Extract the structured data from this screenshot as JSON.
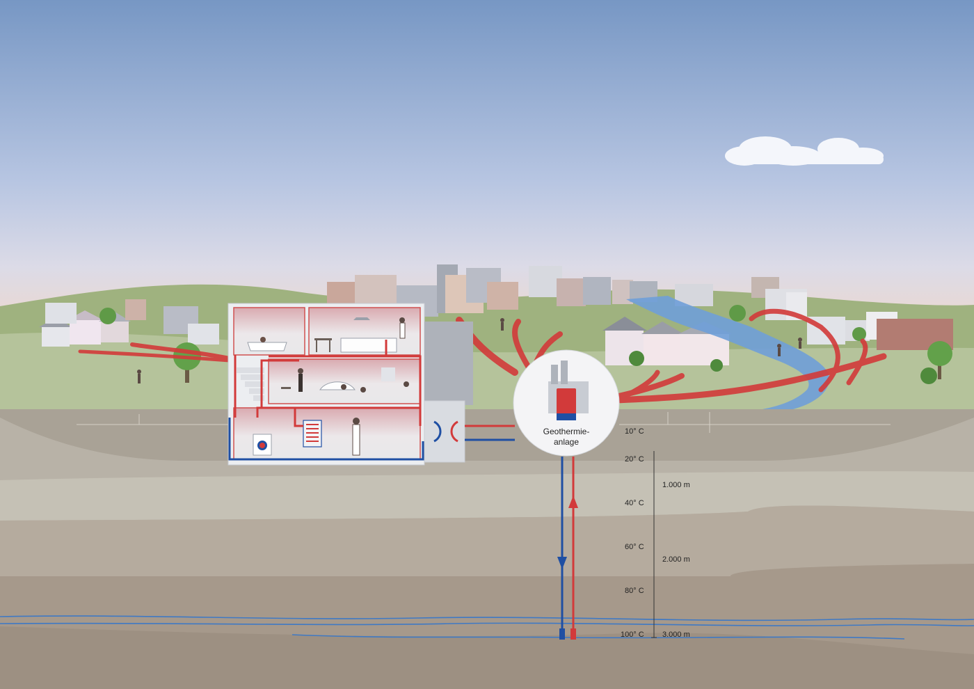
{
  "plant": {
    "line1": "Geothermie-",
    "line2": "anlage"
  },
  "temperatures": [
    "10° C",
    "20° C",
    "40° C",
    "60° C",
    "80° C",
    "100° C"
  ],
  "depths": [
    "1.000 m",
    "2.000 m",
    "3.000 m"
  ],
  "colors": {
    "hot": "#d23a3a",
    "cold": "#1f4fa3",
    "sky_top": "#7a9bc6",
    "sky_horizon": "#ecd8cf",
    "grass": "#a9bc8c"
  },
  "icons": [
    "house-icon",
    "bathtub-icon",
    "radiator-icon",
    "washing-machine-icon",
    "heat-exchanger-icon",
    "power-plant-icon",
    "tree-icon",
    "cloud-icon",
    "person-icon"
  ]
}
